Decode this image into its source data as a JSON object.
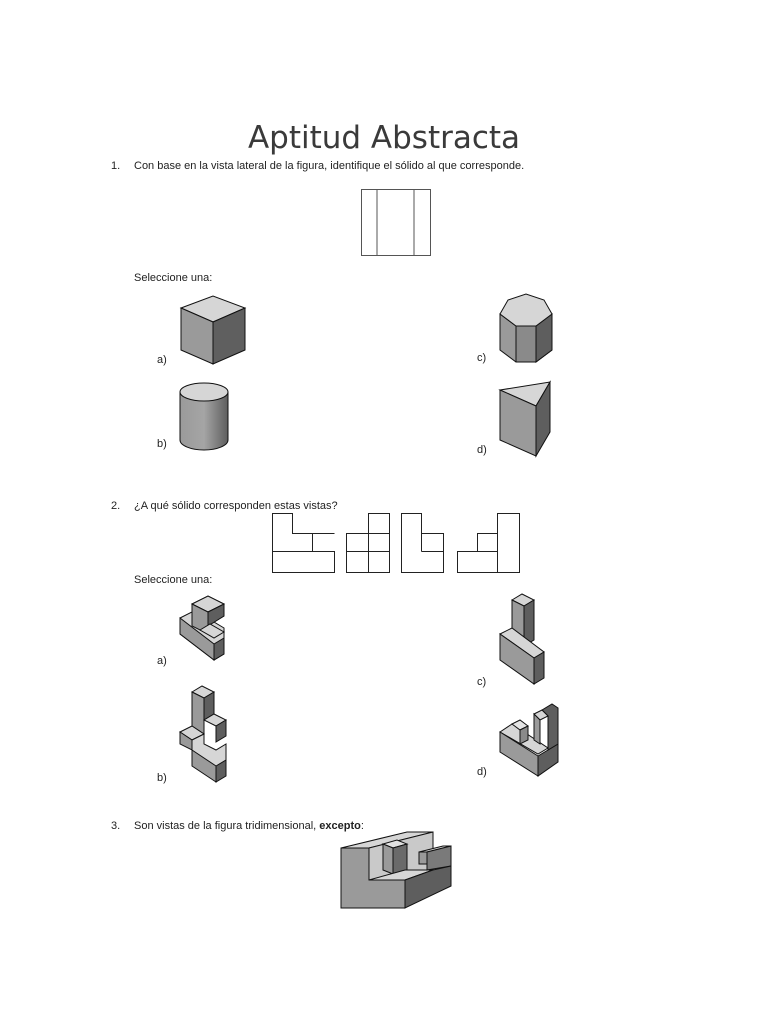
{
  "title": "Aptitud Abstracta",
  "select_label": "Seleccione una:",
  "q1": {
    "number": "1.",
    "text": "Con base en la vista lateral de la figura, identifique el sólido al que corresponde.",
    "options": [
      "a)",
      "b)",
      "c)",
      "d)"
    ]
  },
  "q2": {
    "number": "2.",
    "text": "¿A qué sólido corresponden estas vistas?",
    "options": [
      "a)",
      "b)",
      "c)",
      "d)"
    ]
  },
  "q3": {
    "number": "3.",
    "text_before": "Son vistas de la figura tridimensional, ",
    "text_bold": "excepto",
    "text_after": ":"
  },
  "colors": {
    "shape_top": "#d4d4d4",
    "shape_left": "#9a9a9a",
    "shape_right": "#5e5e5e",
    "stroke": "#111111"
  }
}
